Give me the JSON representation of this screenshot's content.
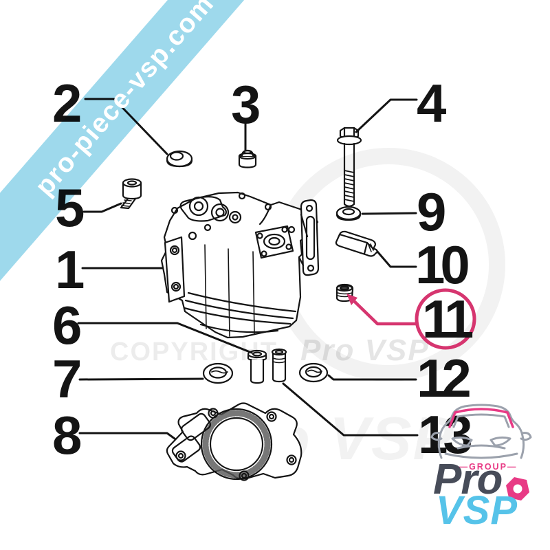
{
  "banner": {
    "text": "pro-piece-vsp.com",
    "color": "#9ed9ec"
  },
  "watermark": {
    "copyright": "COPYRIGHT",
    "brand": "Pro VSP",
    "brand_large": "Pro VSP"
  },
  "callouts": [
    {
      "label": "1"
    },
    {
      "label": "2"
    },
    {
      "label": "3"
    },
    {
      "label": "4"
    },
    {
      "label": "5"
    },
    {
      "label": "6"
    },
    {
      "label": "7"
    },
    {
      "label": "8"
    },
    {
      "label": "9"
    },
    {
      "label": "10"
    },
    {
      "label": "11",
      "circled": true
    },
    {
      "label": "12"
    },
    {
      "label": "13"
    }
  ],
  "accent": {
    "callout_pink": "#d6356f"
  },
  "logo": {
    "group": "—GROUP—",
    "brand_top": "Pro",
    "brand_bottom": "VSP",
    "pink": "#e83a85",
    "dark": "#474c59",
    "cyan": "#56c3e9",
    "car_gray": "#9ba1ac"
  }
}
